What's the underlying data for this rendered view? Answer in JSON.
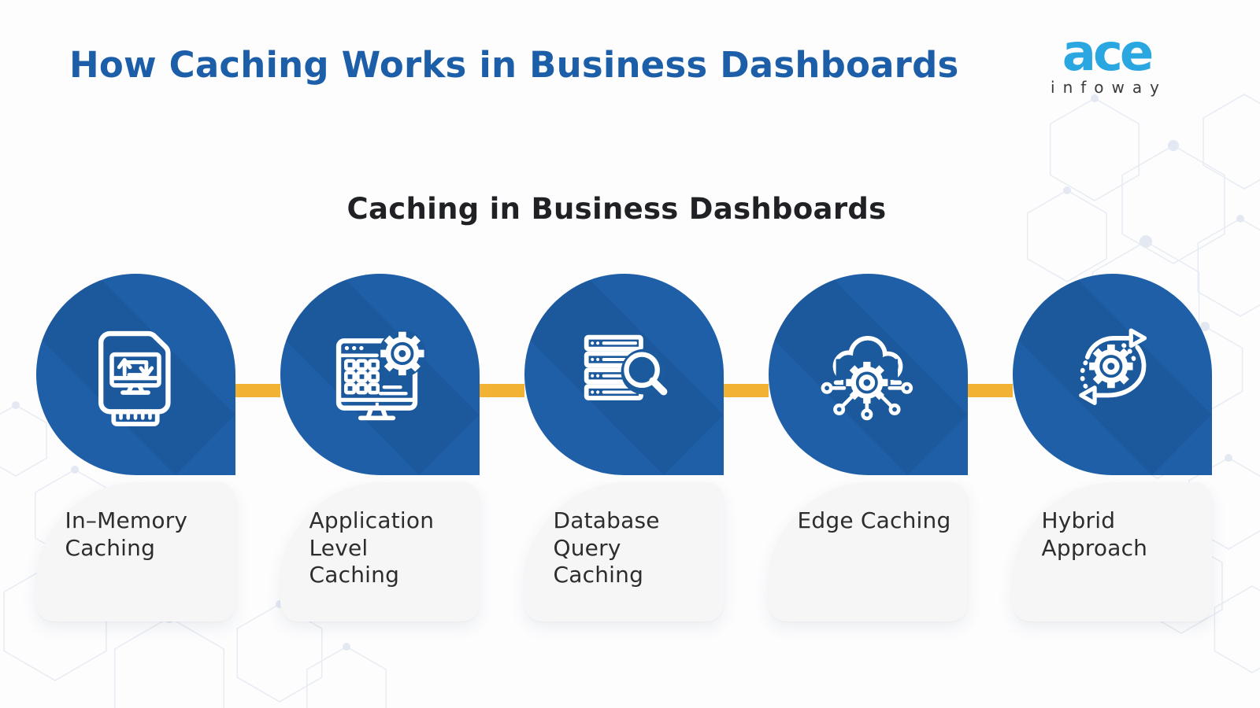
{
  "page": {
    "title": "How Caching Works in Business Dashboards"
  },
  "logo": {
    "brand": "ace",
    "subtitle": "infoway"
  },
  "diagram": {
    "heading": "Caching in Business Dashboards",
    "cards": [
      {
        "label": "In–Memory Caching",
        "icon": "memory-sync-monitor-icon"
      },
      {
        "label": "Application Level Caching",
        "icon": "monitor-keypad-gear-icon"
      },
      {
        "label": "Database Query Caching",
        "icon": "server-stack-search-icon"
      },
      {
        "label": "Edge Caching",
        "icon": "cloud-gear-network-icon"
      },
      {
        "label": "Hybrid Approach",
        "icon": "sync-arrows-gear-icon"
      }
    ],
    "colors": {
      "bubble_blue": "#1e5fa7",
      "bubble_shade": "#17518f",
      "connector_yellow": "#f2b233",
      "panel_gray": "#f6f6f7",
      "title_blue": "#1c5fa8",
      "heading_dark": "#1f2124",
      "label_dark": "#2d2d2d",
      "logo_blue": "#2aa7e0",
      "logo_subtitle_gray": "#3a3a3a"
    }
  }
}
